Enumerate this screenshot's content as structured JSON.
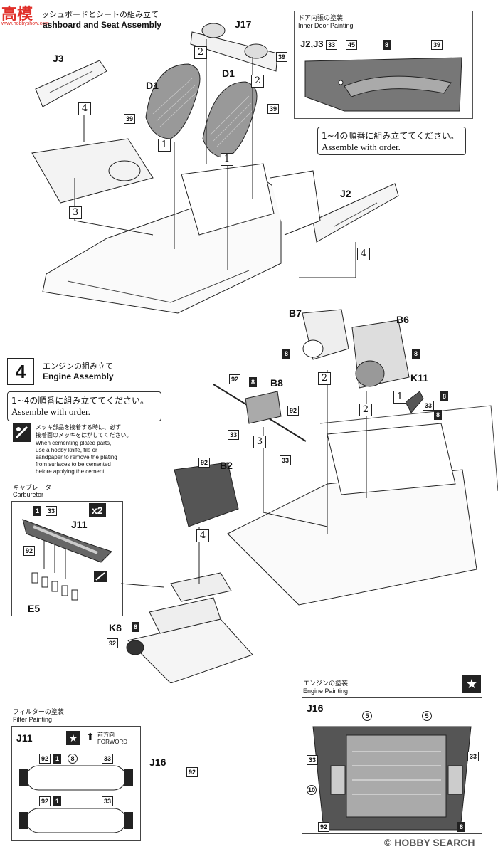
{
  "watermark": {
    "text_a": "高",
    "text_b": "模",
    "site": "www.hobbyshow.com"
  },
  "section3": {
    "title_jp": "ッシュボードとシートの組み立て",
    "title_en": "ashboard and Seat Assembly",
    "parts": {
      "j17": "J17",
      "j3": "J3",
      "d1_left": "D1",
      "d1_right": "D1",
      "j2": "J2"
    },
    "steps": {
      "s1a": "1",
      "s1b": "1",
      "s2a": "2",
      "s2b": "2",
      "s3": "3",
      "s4a": "4",
      "s4b": "4"
    },
    "codes": {
      "c39a": "39",
      "c39b": "39",
      "c39c": "39"
    }
  },
  "inner_door": {
    "title_jp": "ドア内張の塗装",
    "title_en": "Inner Door Painting",
    "part": "J2,J3",
    "codes": [
      "33",
      "45",
      "8",
      "39"
    ]
  },
  "order_note1": {
    "jp": "1~4の順番に組み立ててください。",
    "en": "Assemble with order."
  },
  "section4": {
    "number": "4",
    "title_jp": "エンジンの組み立て",
    "title_en": "Engine Assembly",
    "order_jp": "1~4の順番に組み立ててください。",
    "order_en": "Assemble with order.",
    "plating_jp_1": "メッキ部品を接着する時は、必ず",
    "plating_jp_2": "接着面のメッキをはがしてください。",
    "plating_en": [
      "When cementing plated parts,",
      "use a hobby knife, file or",
      "sandpaper to remove the plating",
      "from surfaces to be cemented",
      "before applying the cement."
    ],
    "parts": {
      "b7": "B7",
      "b6": "B6",
      "k11": "K11",
      "b8": "B8",
      "b2": "B2",
      "k8": "K8",
      "j16": "J16"
    },
    "codes": {
      "c8a": "8",
      "c8b": "8",
      "c8c": "8",
      "c33a": "33",
      "c8d": "8",
      "c92a": "92",
      "c8e": "8",
      "c92b": "92",
      "c33b": "33",
      "c33c": "33",
      "c92c": "92",
      "c8f": "8",
      "c92d": "92",
      "c92e": "92"
    },
    "steps": {
      "s1": "1",
      "s2a": "2",
      "s2b": "2",
      "s3": "3",
      "s4": "4"
    }
  },
  "carburetor": {
    "title_jp": "キャブレータ",
    "title_en": "Carburetor",
    "part_j11": "J11",
    "part_e5": "E5",
    "multiplier": "x2",
    "codes": [
      "1",
      "33",
      "92"
    ]
  },
  "filter": {
    "title_jp": "フィルターの塗装",
    "title_en": "Filter Painting",
    "part": "J11",
    "forward_jp": "前方向",
    "forward_en": "FORWORD",
    "row1_codes": [
      "92",
      "1",
      "8",
      "33"
    ],
    "row2_codes": [
      "92",
      "1",
      "33"
    ]
  },
  "engine_painting": {
    "title_jp": "エンジンの塗装",
    "title_en": "Engine Painting",
    "part": "J16",
    "codes": [
      "5",
      "5",
      "33",
      "33",
      "10",
      "92",
      "8"
    ]
  },
  "footer": {
    "brand": "HOBBY SEARCH",
    "copyright": "©"
  }
}
